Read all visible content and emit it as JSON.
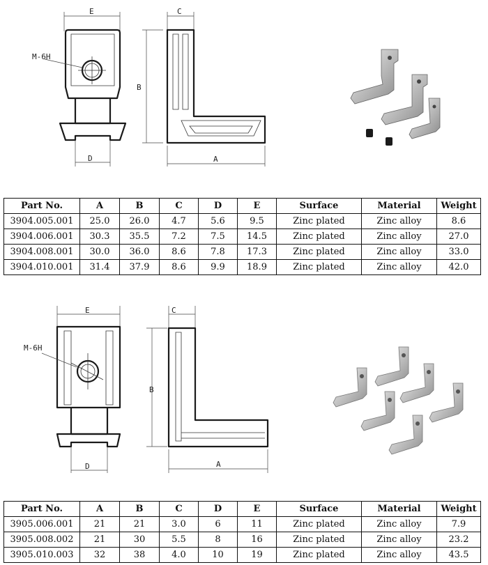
{
  "section1": {
    "dims": {
      "E": "E",
      "C": "C",
      "B": "B",
      "D": "D",
      "A": "A",
      "thread": "M-6H"
    },
    "table": {
      "headers": [
        "Part No.",
        "A",
        "B",
        "C",
        "D",
        "E",
        "Surface",
        "Material",
        "Weight"
      ],
      "rows": [
        [
          "3904.005.001",
          "25.0",
          "26.0",
          "4.7",
          "5.6",
          "9.5",
          "Zinc plated",
          "Zinc alloy",
          "8.6"
        ],
        [
          "3904.006.001",
          "30.3",
          "35.5",
          "7.2",
          "7.5",
          "14.5",
          "Zinc plated",
          "Zinc alloy",
          "27.0"
        ],
        [
          "3904.008.001",
          "30.0",
          "36.0",
          "8.6",
          "7.8",
          "17.3",
          "Zinc plated",
          "Zinc alloy",
          "33.0"
        ],
        [
          "3904.010.001",
          "31.4",
          "37.9",
          "8.6",
          "9.9",
          "18.9",
          "Zinc plated",
          "Zinc alloy",
          "42.0"
        ]
      ]
    }
  },
  "section2": {
    "dims": {
      "E": "E",
      "C": "C",
      "B": "B",
      "D": "D",
      "A": "A",
      "thread": "M-6H"
    },
    "table": {
      "headers": [
        "Part No.",
        "A",
        "B",
        "C",
        "D",
        "E",
        "Surface",
        "Material",
        "Weight"
      ],
      "rows": [
        [
          "3905.006.001",
          "21",
          "21",
          "3.0",
          "6",
          "11",
          "Zinc plated",
          "Zinc alloy",
          "7.9"
        ],
        [
          "3905.008.002",
          "21",
          "30",
          "5.5",
          "8",
          "16",
          "Zinc plated",
          "Zinc alloy",
          "23.2"
        ],
        [
          "3905.010.003",
          "32",
          "38",
          "4.0",
          "10",
          "19",
          "Zinc plated",
          "Zinc alloy",
          "43.5"
        ]
      ]
    }
  },
  "colors": {
    "line": "#1a1a1a",
    "metal": "#c9c9c9"
  }
}
